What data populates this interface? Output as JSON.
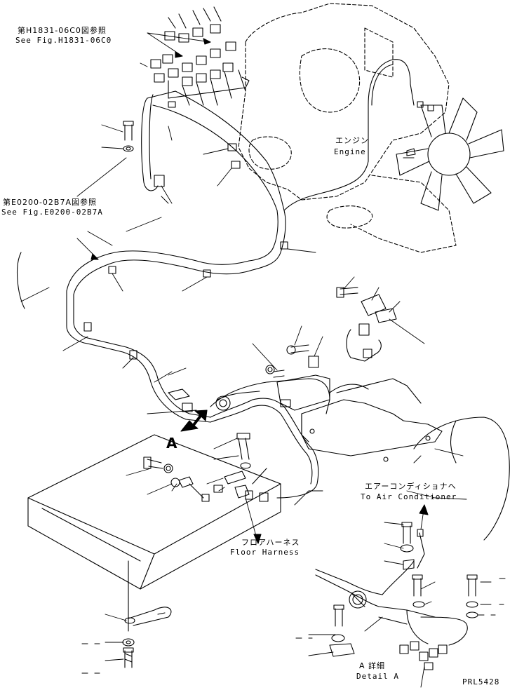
{
  "labels": {
    "ref1_jp": "第H1831-06C0図参照",
    "ref1_en": "See Fig.H1831-06C0",
    "ref2_jp": "第E0200-02B7A図参照",
    "ref2_en": "See Fig.E0200-02B7A",
    "engine_jp": "エンジン",
    "engine_en": "Engine",
    "aircon_jp": "エアーコンディショナへ",
    "aircon_en": "To Air Conditioner",
    "floor_jp": "フロアハーネス",
    "floor_en": "Floor Harness",
    "detail_jp": "A 詳細",
    "detail_en": "Detail A",
    "view_marker": "A",
    "drawing_code": "PRL5428"
  }
}
